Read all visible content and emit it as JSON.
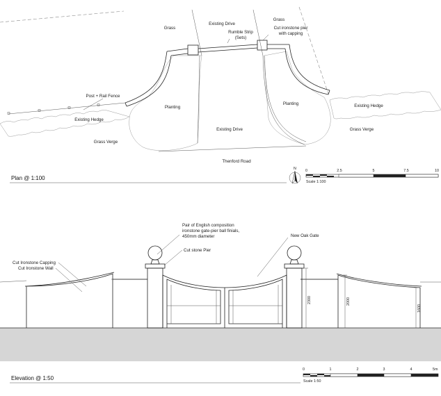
{
  "plan": {
    "title": "Plan @ 1:100",
    "labels": {
      "grass_left": "Grass",
      "existing_drive_top": "Existing Drive",
      "grass_right": "Grass",
      "rumble_strip_1": "Rumble Strip",
      "rumble_strip_2": "(Sets)",
      "pier_note_1": "Cut ironstone pier",
      "pier_note_2": "with capping",
      "fence": "Post + Rail Fence",
      "hedge_left": "Existing Hedge",
      "hedge_right": "Existing Hedge",
      "planting_left": "Planting",
      "planting_right": "Planting",
      "existing_drive_mid": "Existing Drive",
      "grass_verge_left": "Grass Verge",
      "grass_verge_right": "Grass Verge",
      "road": "Thenford Road"
    },
    "north": "N",
    "scale": {
      "ticks": [
        "0",
        "2.5",
        "5",
        "7.5",
        "10"
      ],
      "caption": "Scale 1:100"
    }
  },
  "elevation": {
    "title": "Elevation @ 1:50",
    "labels": {
      "finials_1": "Pair of English composition",
      "finials_2": "ironstone gate-pier ball finials,",
      "finials_3": "450mm diameter",
      "pier": "Cut stone Pier",
      "gate": "New Oak Gate",
      "capping": "Cut Ironstone Capping",
      "wall": "Cut Ironstone Wall"
    },
    "dimensions": {
      "pier_height": "2300",
      "gate_height": "2000",
      "wall_height": "1600"
    },
    "scale": {
      "ticks": [
        "0",
        "1",
        "2",
        "3",
        "4",
        "5m"
      ],
      "caption": "Scale 1:50"
    }
  }
}
